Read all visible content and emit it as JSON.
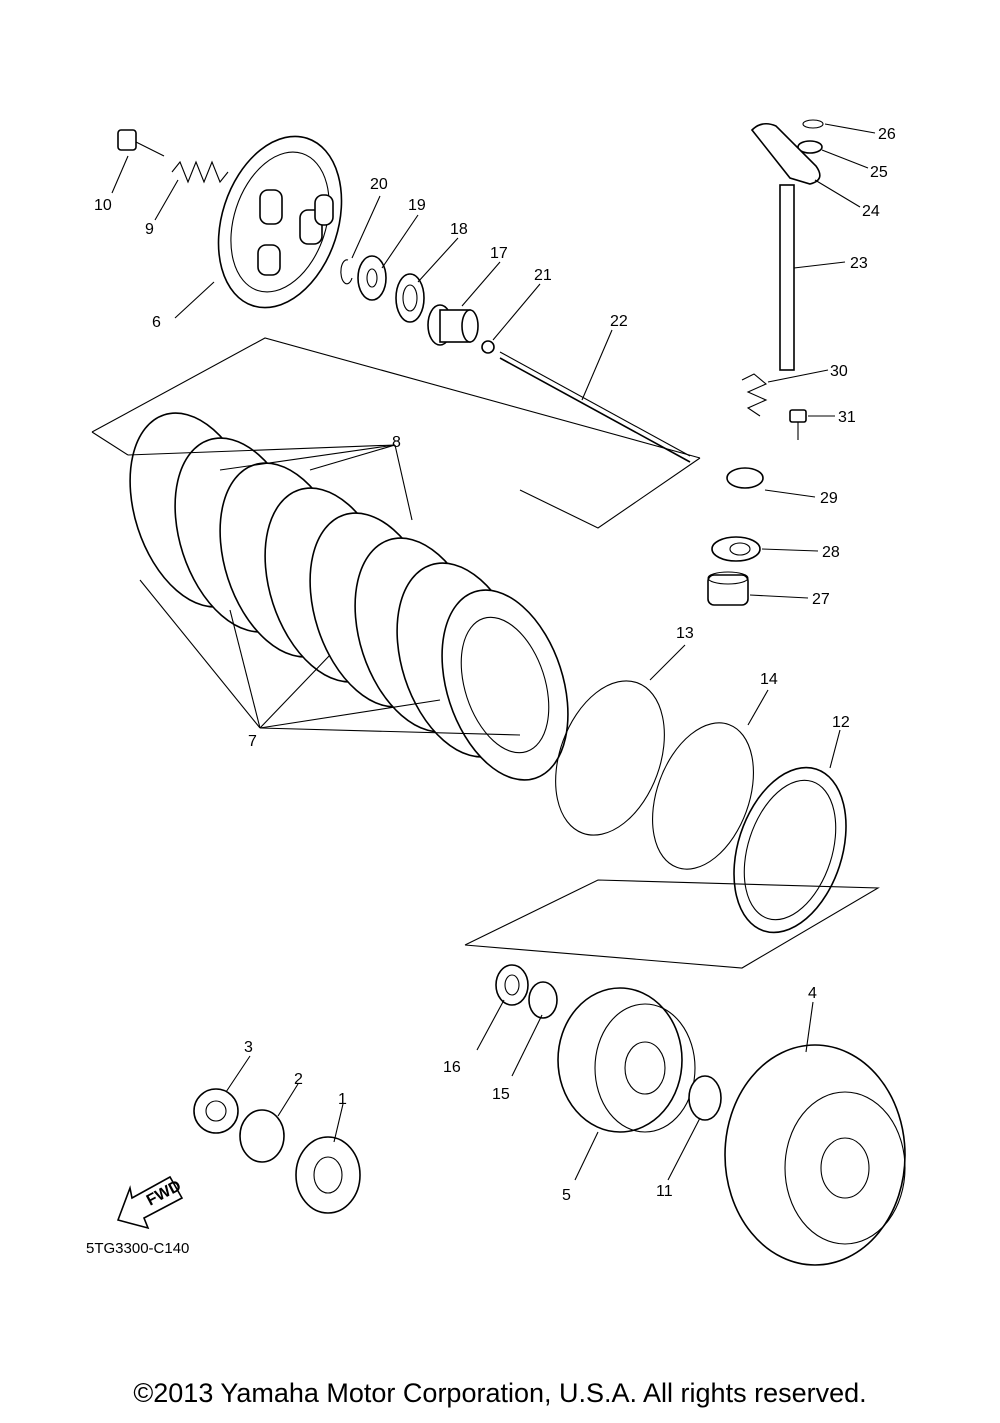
{
  "diagram": {
    "callouts": [
      "1",
      "2",
      "3",
      "4",
      "5",
      "6",
      "7",
      "8",
      "9",
      "10",
      "11",
      "12",
      "13",
      "14",
      "15",
      "16",
      "17",
      "18",
      "19",
      "20",
      "21",
      "22",
      "23",
      "24",
      "25",
      "26",
      "27",
      "28",
      "29",
      "30",
      "31"
    ],
    "fwd_arrow_label": "FWD",
    "drawing_code": "5TG3300-C140"
  },
  "footer": {
    "copyright": "©2013 Yamaha Motor Corporation, U.S.A. All rights reserved."
  }
}
